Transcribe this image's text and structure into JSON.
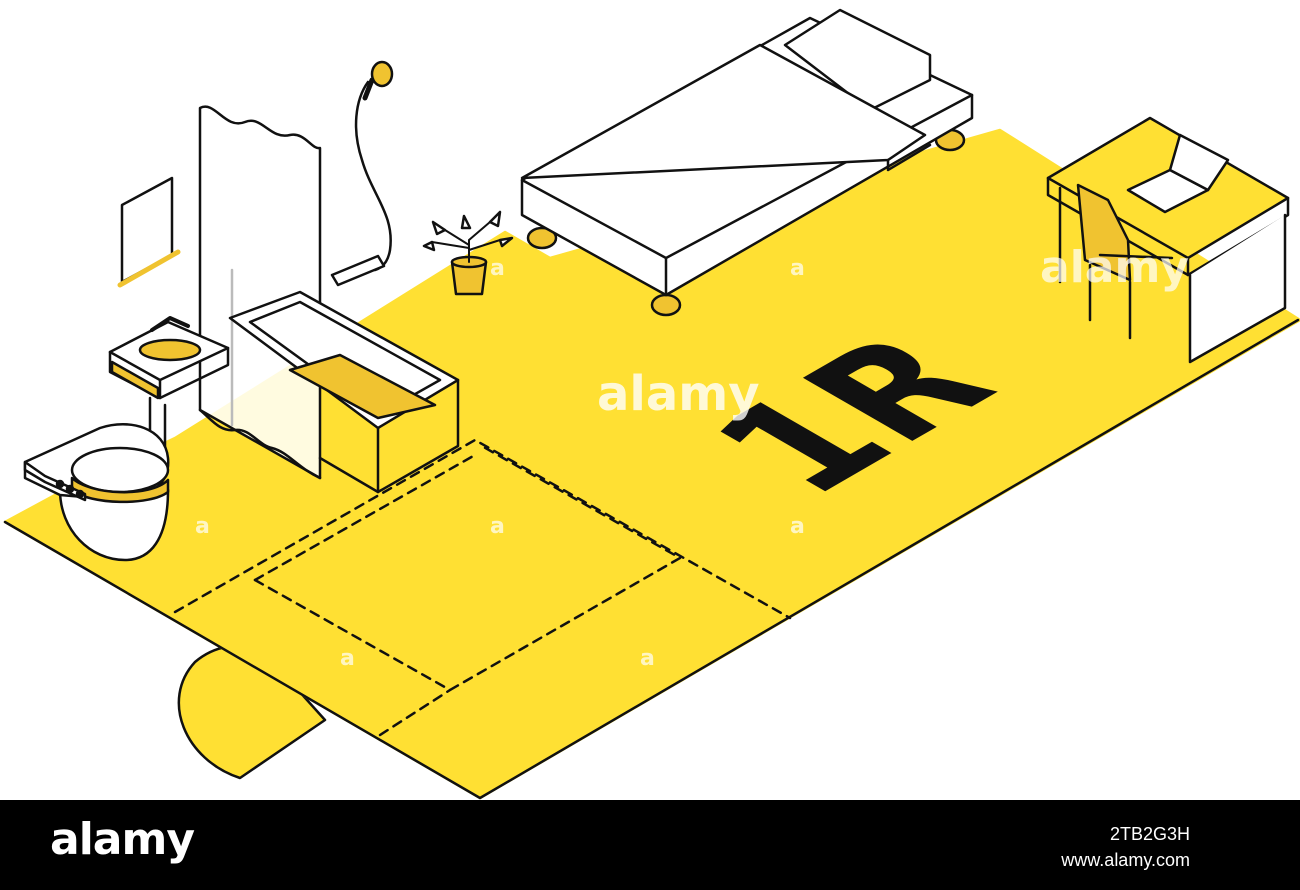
{
  "room_label": "1R",
  "colors": {
    "accent": "#FFE033",
    "accent_dark": "#F0C330",
    "line": "#111111",
    "fill": "#ffffff"
  },
  "watermarks": {
    "center": "alamy",
    "corner": "alamy",
    "small_a": "a"
  },
  "footer": {
    "logo": "alamy",
    "image_id": "2TB2G3H",
    "url": "www.alamy.com"
  }
}
